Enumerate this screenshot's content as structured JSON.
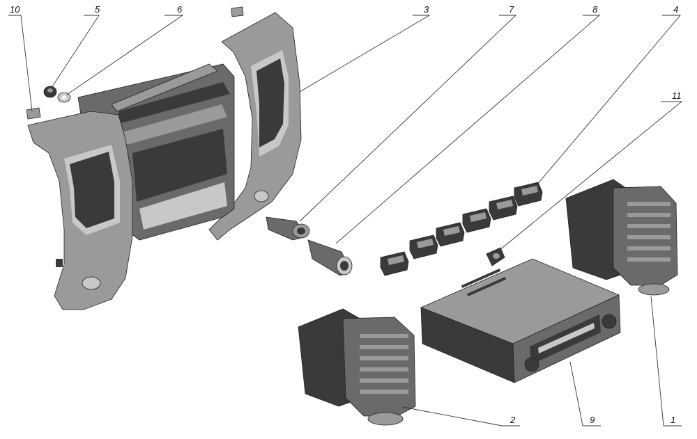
{
  "callouts": [
    {
      "id": "10",
      "label": "10"
    },
    {
      "id": "5",
      "label": "5"
    },
    {
      "id": "6",
      "label": "6"
    },
    {
      "id": "3",
      "label": "3"
    },
    {
      "id": "7",
      "label": "7"
    },
    {
      "id": "8",
      "label": "8"
    },
    {
      "id": "4",
      "label": "4"
    },
    {
      "id": "11",
      "label": "11"
    },
    {
      "id": "2",
      "label": "2"
    },
    {
      "id": "9",
      "label": "9"
    },
    {
      "id": "1",
      "label": "1"
    }
  ],
  "colors": {
    "ink": "#111111",
    "part_dark": "#3a3a3a",
    "part_mid": "#6a6a6a",
    "part_light": "#9a9a9a",
    "part_highlight": "#c8c8c8"
  }
}
